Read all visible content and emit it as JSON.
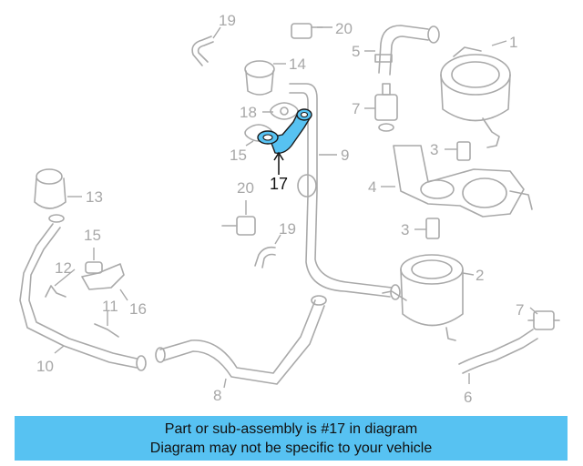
{
  "highlight_color": "#57c2f2",
  "highlighted_part": "17",
  "callouts": {
    "c1": "1",
    "c2": "2",
    "c3a": "3",
    "c3b": "3",
    "c4": "4",
    "c5": "5",
    "c6": "6",
    "c7a": "7",
    "c7b": "7",
    "c8": "8",
    "c9": "9",
    "c10": "10",
    "c11": "11",
    "c12": "12",
    "c13": "13",
    "c14": "14",
    "c15a": "15",
    "c15b": "15",
    "c16": "16",
    "c17": "17",
    "c18": "18",
    "c19a": "19",
    "c19b": "19",
    "c20a": "20",
    "c20b": "20"
  },
  "banner": {
    "line1": "Part or sub-assembly is #17 in diagram",
    "line2": "Diagram may not be specific to your vehicle"
  }
}
